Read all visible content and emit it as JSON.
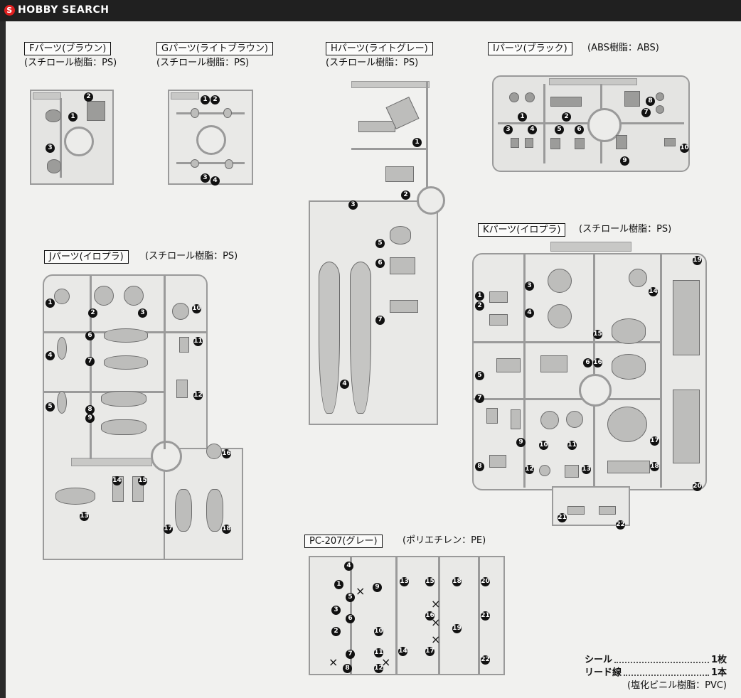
{
  "site_logo": {
    "mark": "S",
    "text": "HOBBY SEARCH"
  },
  "frames": {
    "F": {
      "label": "Fパーツ(ブラウン)",
      "material": "(スチロール樹脂：PS)"
    },
    "G": {
      "label": "Gパーツ(ライトブラウン)",
      "material": "(スチロール樹脂：PS)"
    },
    "H": {
      "label": "Hパーツ(ライトグレー)",
      "material": "(スチロール樹脂：PS)"
    },
    "I": {
      "label": "Iパーツ(ブラック)",
      "material": "(ABS樹脂：ABS)"
    },
    "J": {
      "label": "Jパーツ(イロプラ)",
      "material": "(スチロール樹脂：PS)"
    },
    "K": {
      "label": "Kパーツ(イロプラ)",
      "material": "(スチロール樹脂：PS)"
    },
    "PC": {
      "label": "PC-207(グレー)",
      "material": "(ポリエチレン：PE)"
    }
  },
  "part_numbers": {
    "F": [
      "1",
      "2",
      "3"
    ],
    "G": [
      "1",
      "2",
      "3",
      "4"
    ],
    "H": [
      "1",
      "2",
      "3",
      "4",
      "5",
      "6",
      "7"
    ],
    "I": [
      "1",
      "2",
      "3",
      "4",
      "5",
      "6",
      "7",
      "8",
      "9",
      "10"
    ],
    "J": [
      "1",
      "2",
      "3",
      "4",
      "5",
      "6",
      "7",
      "8",
      "9",
      "10",
      "11",
      "12",
      "13",
      "14",
      "15",
      "16",
      "17",
      "18"
    ],
    "K": [
      "1",
      "2",
      "3",
      "4",
      "5",
      "6",
      "7",
      "8",
      "9",
      "10",
      "11",
      "12",
      "13",
      "14",
      "15",
      "16",
      "17",
      "18",
      "19",
      "20",
      "21",
      "22"
    ],
    "PC": [
      "1",
      "2",
      "3",
      "4",
      "5",
      "6",
      "7",
      "8",
      "9",
      "10",
      "11",
      "12",
      "13",
      "14",
      "15",
      "16",
      "17",
      "18",
      "19",
      "20",
      "21",
      "22"
    ]
  },
  "cross_mark": "×",
  "accessories": {
    "seal_label": "シール",
    "seal_qty": "1枚",
    "lead_label": "リード線",
    "lead_qty": "1本",
    "lead_material": "(塩化ビニル樹脂：PVC)"
  },
  "colors": {
    "sheet": "#f1f1ef",
    "sprue": "#9a9a9a",
    "badge": "#111111",
    "logo_mark": "#e02020"
  }
}
